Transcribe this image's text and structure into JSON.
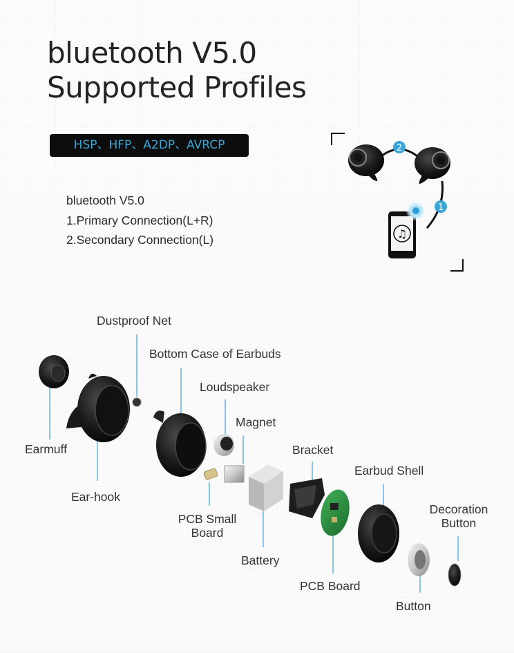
{
  "title": {
    "line1": "bluetooth V5.0",
    "line2": "Supported Profiles"
  },
  "profiles_bar": "HSP、HFP、A2DP、AVRCP",
  "info": {
    "line1": "bluetooth V5.0",
    "line2": "1.Primary Connection(L+R)",
    "line3": "2.Secondary Connection(L)"
  },
  "connection_diagram": {
    "badge1": "1",
    "badge2": "2"
  },
  "parts": {
    "dustproof_net": "Dustproof Net",
    "bottom_case": "Bottom Case of Earbuds",
    "loudspeaker": "Loudspeaker",
    "magnet": "Magnet",
    "earmuff": "Earmuff",
    "ear_hook": "Ear-hook",
    "bracket": "Bracket",
    "earbud_shell": "Earbud Shell",
    "pcb_small_board_1": "PCB Small",
    "pcb_small_board_2": "Board",
    "decoration_button_1": "Decoration",
    "decoration_button_2": "Button",
    "battery": "Battery",
    "pcb_board": "PCB Board",
    "button": "Button"
  },
  "colors": {
    "accent": "#3aa6d8",
    "bar_bg": "#0d0d0d",
    "leader_line": "#5fb8dc"
  }
}
